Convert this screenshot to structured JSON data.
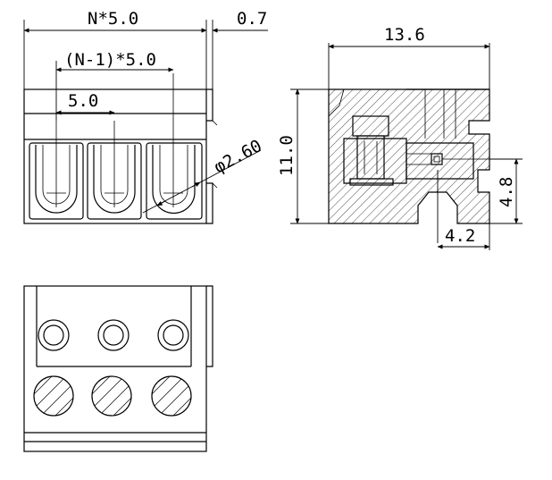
{
  "drawing": {
    "dimensions": {
      "total_width": "N*5.0",
      "gap": "0.7",
      "inner_width": "(N-1)*5.0",
      "pitch": "5.0",
      "hole_diameter": "2.60",
      "hole_diameter_symbol": "φ",
      "side_length": "13.6",
      "height": "11.0",
      "pin_height": "4.8",
      "pin_offset": "4.2"
    }
  }
}
